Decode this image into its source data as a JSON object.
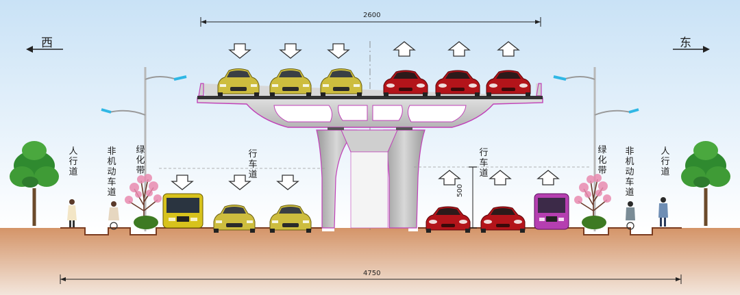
{
  "directions": {
    "west": "西",
    "east": "东"
  },
  "dimensions": {
    "top_width": "2600",
    "total_width": "4750",
    "clearance_height": "500"
  },
  "zones": {
    "sidewalk_left": "人行道",
    "nonmotor_left": "非机动车道",
    "greenbelt_left": "绿化带",
    "roadway_left": "行车道",
    "roadway_right": "行车道",
    "greenbelt_right": "绿化带",
    "nonmotor_right": "非机动车道",
    "sidewalk_right": "人行道"
  },
  "traffic": {
    "westbound": "down-arrow",
    "eastbound": "up-arrow"
  },
  "colors": {
    "sky_top": "#d6e9f8",
    "ground": "#c9875a",
    "bridge_outline": "#c040b8",
    "pier": "#bfbfbf",
    "yellow_car": "#c8b840",
    "red_car": "#b41616",
    "bus_yellow": "#d9c21a",
    "bus_purple": "#b43fb0"
  }
}
